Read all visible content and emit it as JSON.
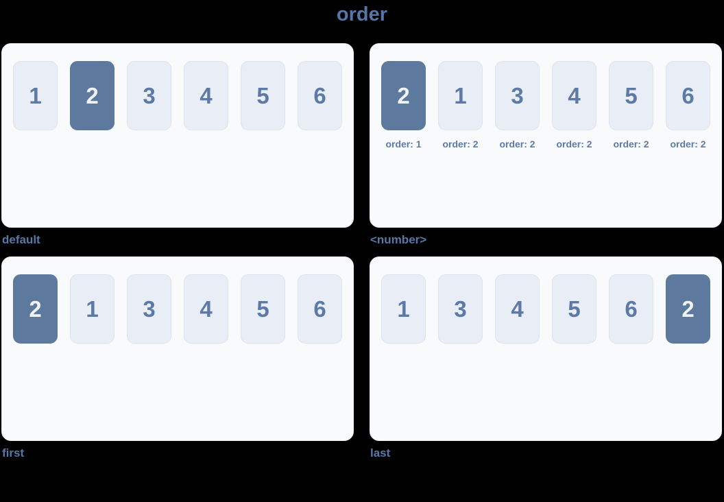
{
  "page": {
    "title": "order"
  },
  "colors": {
    "title": "#5676a8",
    "caption": "#5878a8",
    "panel_bg": "#f8fafc",
    "panel_border": "#e9edf5",
    "item_bg": "#e8edf6",
    "item_border": "#dde3f0",
    "item_number": "#5d7aa6",
    "highlight_bg": "#5e799e",
    "highlight_text": "#f0f4f9",
    "order_label": "#5d7aa6",
    "page_bg": "#000000"
  },
  "panels": [
    {
      "caption": "default",
      "items": [
        {
          "label": "1",
          "highlight": false
        },
        {
          "label": "2",
          "highlight": true
        },
        {
          "label": "3",
          "highlight": false
        },
        {
          "label": "4",
          "highlight": false
        },
        {
          "label": "5",
          "highlight": false
        },
        {
          "label": "6",
          "highlight": false
        }
      ]
    },
    {
      "caption": "<number>",
      "items": [
        {
          "label": "2",
          "highlight": true,
          "sub": "order: 1"
        },
        {
          "label": "1",
          "highlight": false,
          "sub": "order: 2"
        },
        {
          "label": "3",
          "highlight": false,
          "sub": "order: 2"
        },
        {
          "label": "4",
          "highlight": false,
          "sub": "order: 2"
        },
        {
          "label": "5",
          "highlight": false,
          "sub": "order: 2"
        },
        {
          "label": "6",
          "highlight": false,
          "sub": "order: 2"
        }
      ]
    },
    {
      "caption": "first",
      "items": [
        {
          "label": "2",
          "highlight": true
        },
        {
          "label": "1",
          "highlight": false
        },
        {
          "label": "3",
          "highlight": false
        },
        {
          "label": "4",
          "highlight": false
        },
        {
          "label": "5",
          "highlight": false
        },
        {
          "label": "6",
          "highlight": false
        }
      ]
    },
    {
      "caption": "last",
      "items": [
        {
          "label": "1",
          "highlight": false
        },
        {
          "label": "3",
          "highlight": false
        },
        {
          "label": "4",
          "highlight": false
        },
        {
          "label": "5",
          "highlight": false
        },
        {
          "label": "6",
          "highlight": false
        },
        {
          "label": "2",
          "highlight": true
        }
      ]
    }
  ]
}
